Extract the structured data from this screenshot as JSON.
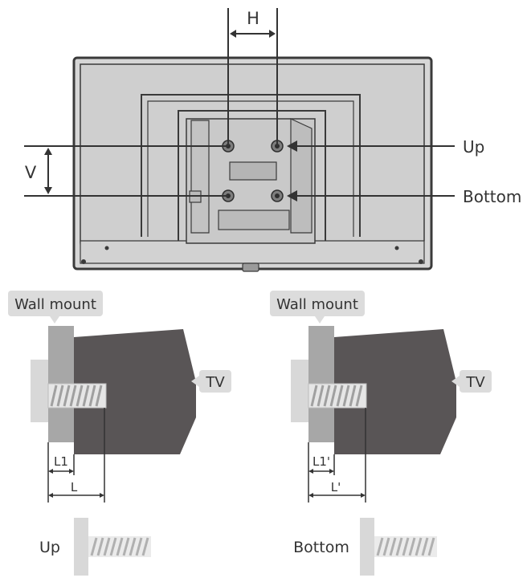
{
  "labels": {
    "h": "H",
    "v": "V",
    "up": "Up",
    "bottom": "Bottom"
  },
  "left_detail": {
    "mount_label": "Wall mount",
    "tv_label": "TV",
    "l1_label": "L1",
    "l_label": "L"
  },
  "right_detail": {
    "mount_label": "Wall mount",
    "tv_label": "TV",
    "l1_label": "L1'",
    "l_label": "L'"
  },
  "screws": {
    "up_label": "Up",
    "bottom_label": "Bottom"
  },
  "colors": {
    "tv_body": "#595556",
    "mount_plate": "#a7a7a7",
    "bracket": "#d8d8d8",
    "callout": "#dcdcdc",
    "line": "#333333",
    "outline": "#3a3a3a"
  }
}
